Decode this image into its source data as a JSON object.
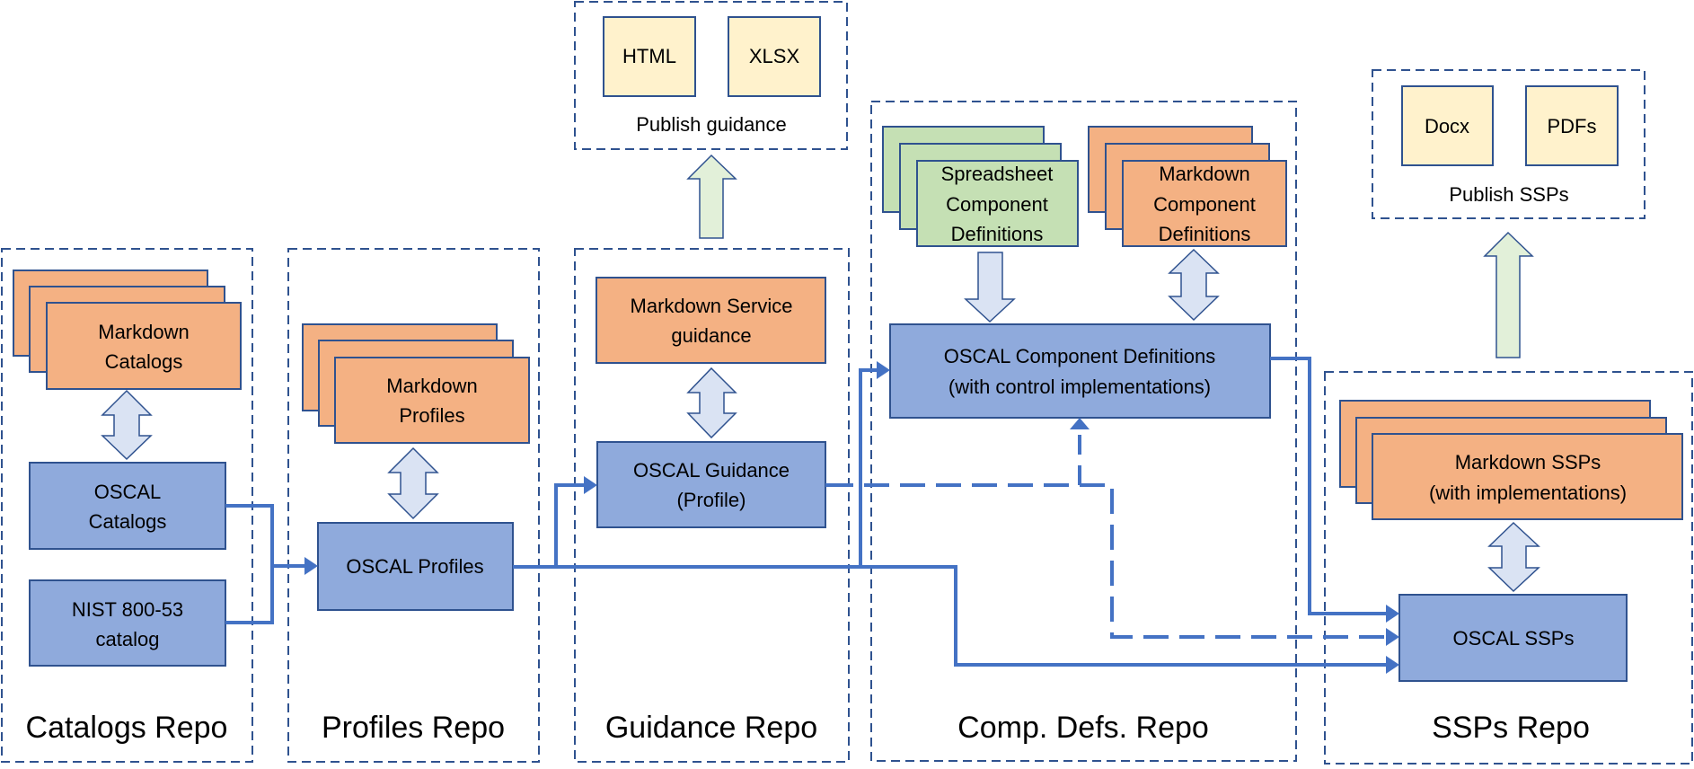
{
  "colors": {
    "repo_border": "#2F528F",
    "markdown": "#F4B183",
    "oscal": "#8FAADC",
    "spreadsheet": "#C5E0B4",
    "publish_output": "#FFF2CC",
    "connector": "#4472C4",
    "transform_arrow": "#DAE3F3",
    "publish_arrow": "#E2F0D9"
  },
  "repos": {
    "catalogs": {
      "label": "Catalogs Repo",
      "markdown": [
        "Markdown",
        "Catalogs"
      ],
      "oscal": [
        "OSCAL",
        "Catalogs"
      ],
      "nist": [
        "NIST 800-53",
        "catalog"
      ]
    },
    "profiles": {
      "label": "Profiles Repo",
      "markdown": [
        "Markdown",
        "Profiles"
      ],
      "oscal": [
        "OSCAL Profiles"
      ]
    },
    "guidance": {
      "label": "Guidance Repo",
      "markdown": [
        "Markdown Service",
        "guidance"
      ],
      "oscal": [
        "OSCAL Guidance",
        "(Profile)"
      ]
    },
    "compdefs": {
      "label": "Comp. Defs. Repo",
      "spreadsheet": [
        "Spreadsheet",
        "Component",
        "Definitions"
      ],
      "markdown": [
        "Markdown",
        "Component",
        "Definitions"
      ],
      "oscal": [
        "OSCAL Component Definitions",
        "(with control implementations)"
      ]
    },
    "ssps": {
      "label": "SSPs Repo",
      "markdown": [
        "Markdown SSPs",
        "(with implementations)"
      ],
      "oscal": [
        "OSCAL SSPs"
      ]
    }
  },
  "publish": {
    "guidance": {
      "label": "Publish guidance",
      "outputs": [
        "HTML",
        "XLSX"
      ]
    },
    "ssps": {
      "label": "Publish SSPs",
      "outputs": [
        "Docx",
        "PDFs"
      ]
    }
  }
}
